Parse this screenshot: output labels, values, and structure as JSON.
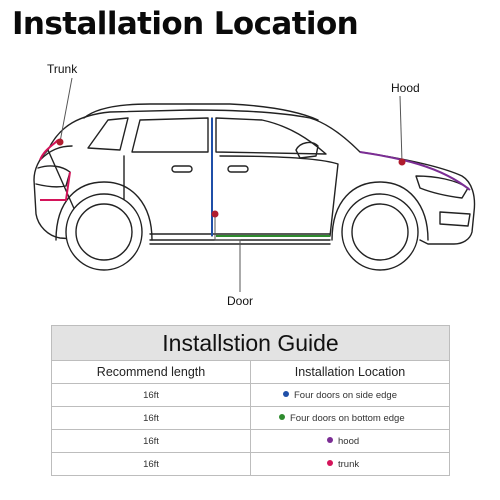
{
  "title": "Installation Location",
  "callouts": {
    "trunk": "Trunk",
    "hood": "Hood",
    "door": "Door"
  },
  "guide": {
    "heading": "Installstion Guide",
    "columns": [
      "Recommend length",
      "Installation Location"
    ],
    "rows": [
      {
        "length": "16ft",
        "location": "Four doors on side edge",
        "color": "#1f4fa8"
      },
      {
        "length": "16ft",
        "location": "Four doors on bottom edge",
        "color": "#2e8b2e"
      },
      {
        "length": "16ft",
        "location": "hood",
        "color": "#7b2d94"
      },
      {
        "length": "16ft",
        "location": "trunk",
        "color": "#d4145a"
      }
    ]
  },
  "colors": {
    "door_side_strip": "#1f4fa8",
    "door_bottom_strip": "#2e8b2e",
    "hood_strip": "#7b2d94",
    "trunk_strip": "#d4145a",
    "marker": "#b01c2e"
  }
}
